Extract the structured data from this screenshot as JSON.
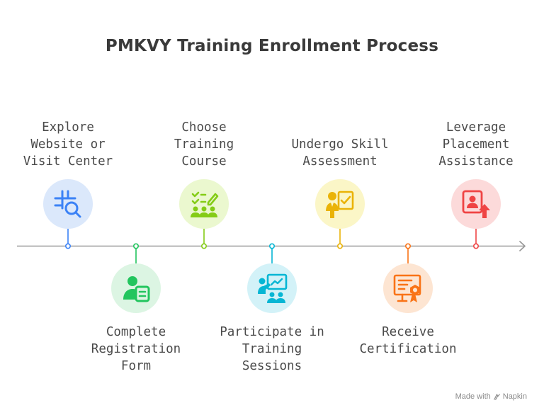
{
  "title": "PMKVY Training Enrollment Process",
  "steps": [
    {
      "label": "Explore\nWebsite or\nVisit Center",
      "position": "above",
      "color": "#3b82f6",
      "bg": "#dbe8fb",
      "icon": "map-search-icon"
    },
    {
      "label": "Complete\nRegistration\nForm",
      "position": "below",
      "color": "#22c55e",
      "bg": "#dcf5e3",
      "icon": "user-form-icon"
    },
    {
      "label": "Choose\nTraining\nCourse",
      "position": "above",
      "color": "#84cc16",
      "bg": "#ebf8cf",
      "icon": "checklist-group-icon"
    },
    {
      "label": "Participate in\nTraining\nSessions",
      "position": "below",
      "color": "#06b6d4",
      "bg": "#d3f2f8",
      "icon": "presentation-icon"
    },
    {
      "label": "Undergo Skill\nAssessment",
      "position": "above",
      "color": "#eab308",
      "bg": "#fbf6c7",
      "icon": "assessment-icon"
    },
    {
      "label": "Receive\nCertification",
      "position": "below",
      "color": "#f97316",
      "bg": "#fde5d2",
      "icon": "certificate-icon"
    },
    {
      "label": "Leverage\nPlacement\nAssistance",
      "position": "above",
      "color": "#ef4444",
      "bg": "#fcdada",
      "icon": "profile-upload-icon"
    }
  ],
  "footer": {
    "prefix": "Made with",
    "brand": "Napkin",
    "icon": "napkin-logo-icon"
  }
}
